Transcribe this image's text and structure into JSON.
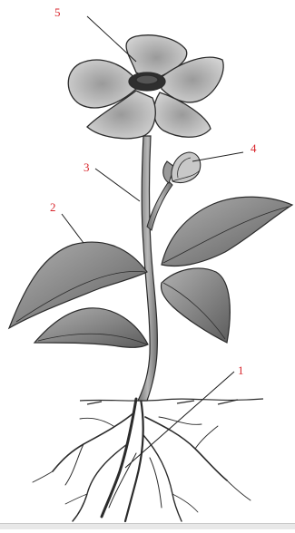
{
  "diagram": {
    "labels": [
      {
        "id": "1",
        "text": "1",
        "part": "root"
      },
      {
        "id": "2",
        "text": "2",
        "part": "leaf"
      },
      {
        "id": "3",
        "text": "3",
        "part": "stem"
      },
      {
        "id": "4",
        "text": "4",
        "part": "bud"
      },
      {
        "id": "5",
        "text": "5",
        "part": "flower"
      }
    ],
    "colors": {
      "label": "#d8262c",
      "ink": "#2b2b2b",
      "flower_fill": "#bdbdbd",
      "leaf_fill": "#7a7a7a",
      "stem_fill": "#8c8c8c"
    }
  }
}
